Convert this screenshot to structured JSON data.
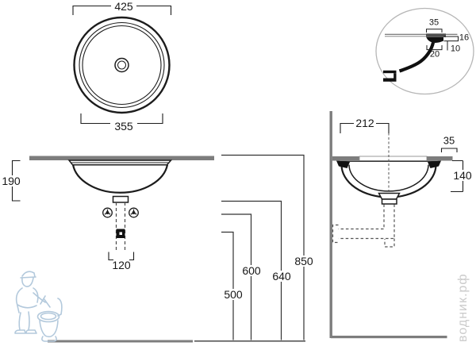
{
  "views": {
    "top_view": {
      "d425": "425",
      "d355": "355"
    },
    "front_view": {
      "d190": "190",
      "d120": "120"
    },
    "heights": {
      "d500": "500",
      "d600": "600",
      "d640": "640",
      "d850": "850"
    },
    "side_view": {
      "d212": "212",
      "d35": "35",
      "d140": "140"
    },
    "detail_inset": {
      "d35": "35",
      "d16": "16",
      "d10": "10",
      "d20": "20"
    }
  },
  "watermark": {
    "text": "водник.рф"
  },
  "branding": {
    "logo_icon": "plumber-toilet-logo"
  },
  "colors": {
    "line": "#1c1c1c",
    "structure_gray": "#7d7d7d",
    "inset_circle": "#b6b6b6",
    "watermark_text": "#cbcbcb",
    "logo": "#b3c9dc"
  }
}
